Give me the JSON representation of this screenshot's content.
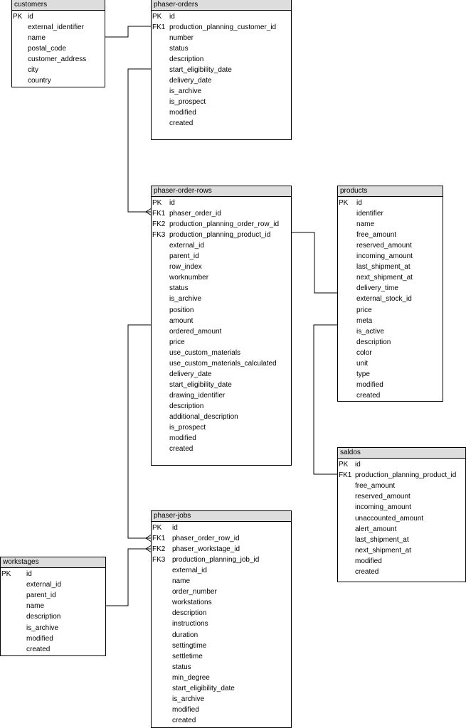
{
  "entities": {
    "customers": {
      "title": "customers",
      "rows": [
        {
          "key": "PK",
          "name": "id"
        },
        {
          "key": "",
          "name": "external_identifier"
        },
        {
          "key": "",
          "name": "name"
        },
        {
          "key": "",
          "name": "postal_code"
        },
        {
          "key": "",
          "name": "customer_address"
        },
        {
          "key": "",
          "name": "city"
        },
        {
          "key": "",
          "name": "country"
        }
      ]
    },
    "phaser_orders": {
      "title": "phaser-orders",
      "rows": [
        {
          "key": "PK",
          "name": "id"
        },
        {
          "key": "FK1",
          "name": "production_planning_customer_id"
        },
        {
          "key": "",
          "name": "number"
        },
        {
          "key": "",
          "name": "status"
        },
        {
          "key": "",
          "name": "description"
        },
        {
          "key": "",
          "name": "start_eligibility_date"
        },
        {
          "key": "",
          "name": "delivery_date"
        },
        {
          "key": "",
          "name": "is_archive"
        },
        {
          "key": "",
          "name": "is_prospect"
        },
        {
          "key": "",
          "name": "modified"
        },
        {
          "key": "",
          "name": "created"
        }
      ]
    },
    "phaser_order_rows": {
      "title": "phaser-order-rows",
      "rows": [
        {
          "key": "PK",
          "name": "id"
        },
        {
          "key": "FK1",
          "name": "phaser_order_id"
        },
        {
          "key": "FK2",
          "name": "production_planning_order_row_id"
        },
        {
          "key": "FK3",
          "name": "production_planning_product_id"
        },
        {
          "key": "",
          "name": "external_id"
        },
        {
          "key": "",
          "name": "parent_id"
        },
        {
          "key": "",
          "name": "row_index"
        },
        {
          "key": "",
          "name": "worknumber"
        },
        {
          "key": "",
          "name": "status"
        },
        {
          "key": "",
          "name": "is_archive"
        },
        {
          "key": "",
          "name": "position"
        },
        {
          "key": "",
          "name": "amount"
        },
        {
          "key": "",
          "name": "ordered_amount"
        },
        {
          "key": "",
          "name": "price"
        },
        {
          "key": "",
          "name": "use_custom_materials"
        },
        {
          "key": "",
          "name": "use_custom_materials_calculated"
        },
        {
          "key": "",
          "name": "delivery_date"
        },
        {
          "key": "",
          "name": "start_eligibility_date"
        },
        {
          "key": "",
          "name": "drawing_identifier"
        },
        {
          "key": "",
          "name": "description"
        },
        {
          "key": "",
          "name": "additional_description"
        },
        {
          "key": "",
          "name": "is_prospect"
        },
        {
          "key": "",
          "name": "modified"
        },
        {
          "key": "",
          "name": "created"
        }
      ]
    },
    "products": {
      "title": "products",
      "rows": [
        {
          "key": "PK",
          "name": "id"
        },
        {
          "key": "",
          "name": "identifier"
        },
        {
          "key": "",
          "name": "name"
        },
        {
          "key": "",
          "name": "free_amount"
        },
        {
          "key": "",
          "name": "reserved_amount"
        },
        {
          "key": "",
          "name": "incoming_amount"
        },
        {
          "key": "",
          "name": "last_shipment_at"
        },
        {
          "key": "",
          "name": "next_shipment_at"
        },
        {
          "key": "",
          "name": "delivery_time"
        },
        {
          "key": "",
          "name": "external_stock_id"
        },
        {
          "key": "",
          "name": "price"
        },
        {
          "key": "",
          "name": "meta"
        },
        {
          "key": "",
          "name": "is_active"
        },
        {
          "key": "",
          "name": "description"
        },
        {
          "key": "",
          "name": "color"
        },
        {
          "key": "",
          "name": "unit"
        },
        {
          "key": "",
          "name": "type"
        },
        {
          "key": "",
          "name": "modified"
        },
        {
          "key": "",
          "name": "created"
        }
      ]
    },
    "saldos": {
      "title": "saldos",
      "rows": [
        {
          "key": "PK",
          "name": "id"
        },
        {
          "key": "FK1",
          "name": "production_planning_product_id"
        },
        {
          "key": "",
          "name": "free_amount"
        },
        {
          "key": "",
          "name": "reserved_amount"
        },
        {
          "key": "",
          "name": "incoming_amount"
        },
        {
          "key": "",
          "name": "unaccounted_amount"
        },
        {
          "key": "",
          "name": "alert_amount"
        },
        {
          "key": "",
          "name": "last_shipment_at"
        },
        {
          "key": "",
          "name": "next_shipment_at"
        },
        {
          "key": "",
          "name": "modified"
        },
        {
          "key": "",
          "name": "created"
        }
      ]
    },
    "phaser_jobs": {
      "title": "phaser-jobs",
      "rows": [
        {
          "key": "PK",
          "name": "id"
        },
        {
          "key": "FK1",
          "name": "phaser_order_row_id"
        },
        {
          "key": "FK2",
          "name": "phaser_workstage_id"
        },
        {
          "key": "FK3",
          "name": "production_planning_job_id"
        },
        {
          "key": "",
          "name": "external_id"
        },
        {
          "key": "",
          "name": "name"
        },
        {
          "key": "",
          "name": "order_number"
        },
        {
          "key": "",
          "name": "workstations"
        },
        {
          "key": "",
          "name": "description"
        },
        {
          "key": "",
          "name": "instructions"
        },
        {
          "key": "",
          "name": "duration"
        },
        {
          "key": "",
          "name": "settingtime"
        },
        {
          "key": "",
          "name": "settletime"
        },
        {
          "key": "",
          "name": "status"
        },
        {
          "key": "",
          "name": "min_degree"
        },
        {
          "key": "",
          "name": "start_eligibility_date"
        },
        {
          "key": "",
          "name": "is_archive"
        },
        {
          "key": "",
          "name": "modified"
        },
        {
          "key": "",
          "name": "created"
        }
      ]
    },
    "workstages": {
      "title": "workstages",
      "rows": [
        {
          "key": "PK",
          "name": "id"
        },
        {
          "key": "",
          "name": "external_id"
        },
        {
          "key": "",
          "name": "parent_id"
        },
        {
          "key": "",
          "name": "name"
        },
        {
          "key": "",
          "name": "description"
        },
        {
          "key": "",
          "name": "is_archive"
        },
        {
          "key": "",
          "name": "modified"
        },
        {
          "key": "",
          "name": "created"
        }
      ]
    }
  }
}
